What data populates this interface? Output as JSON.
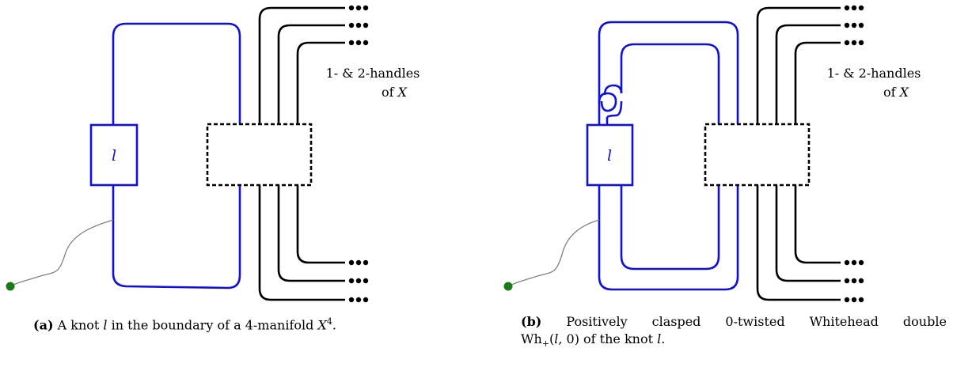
{
  "panel_a": {
    "box_label": "l",
    "handles_label_line1": "1- & 2-handles",
    "handles_label_line2_prefix": "of ",
    "handles_label_line2_var": "X",
    "caption_tag": "(a)",
    "caption_text_1": "A knot ",
    "caption_var_1": "l",
    "caption_text_2": " in the boundary of a 4-manifold ",
    "caption_var_2": "X",
    "caption_sup": "4",
    "caption_end": "."
  },
  "panel_b": {
    "box_label": "l",
    "handles_label_line1": "1- & 2-handles",
    "handles_label_line2_prefix": "of ",
    "handles_label_line2_var": "X",
    "caption_tag": "(b)",
    "caption_words": [
      "Positively",
      "clasped",
      "0-twisted",
      "Whitehead",
      "double"
    ],
    "caption_line2_a": "Wh",
    "caption_line2_sub": "+",
    "caption_line2_b": "(",
    "caption_line2_var": "l",
    "caption_line2_c": ", 0) of the knot ",
    "caption_line2_var2": "l",
    "caption_line2_end": "."
  },
  "colors": {
    "knot": "#1010d8",
    "handles": "#000000",
    "path": "#808080",
    "dot": "#1a7a1a"
  },
  "icons": [
    "ellipsis-dots",
    "basepoint-dot"
  ]
}
